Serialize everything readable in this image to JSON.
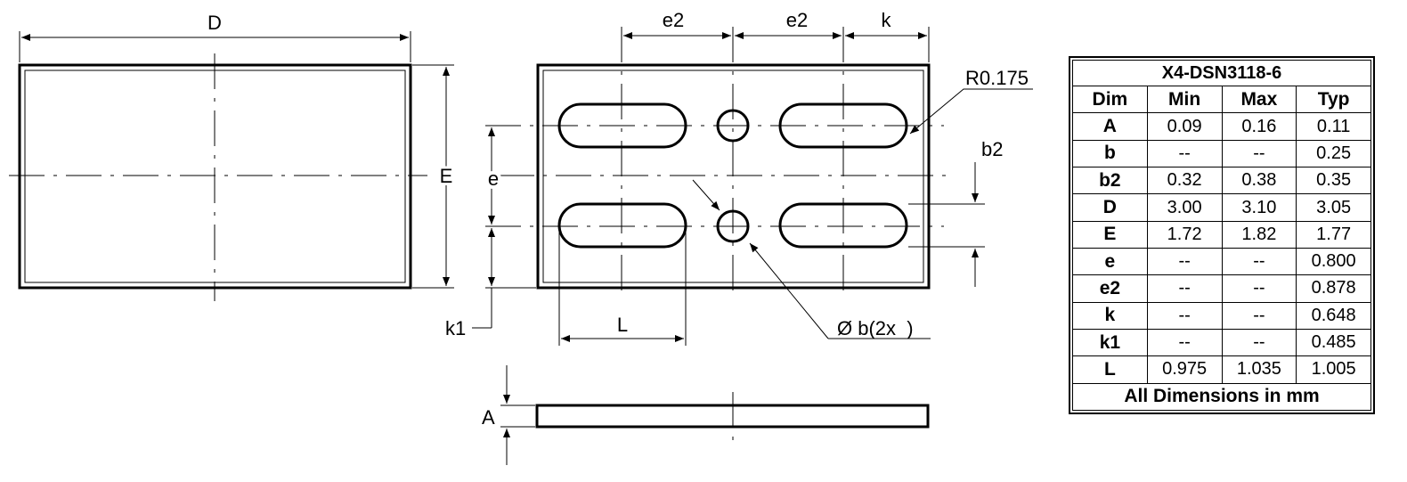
{
  "labels": {
    "D": "D",
    "E": "E",
    "e2_left": "e2",
    "e2_right": "e2",
    "k": "k",
    "R": "R0.175",
    "e": "e",
    "b2": "b2",
    "k1": "k1",
    "L": "L",
    "b": "Ø b(2x  )",
    "A": "A"
  },
  "table": {
    "title": "X4-DSN3118-6",
    "headers": [
      "Dim",
      "Min",
      "Max",
      "Typ"
    ],
    "rows": [
      [
        "A",
        "0.09",
        "0.16",
        "0.11"
      ],
      [
        "b",
        "--",
        "--",
        "0.25"
      ],
      [
        "b2",
        "0.32",
        "0.38",
        "0.35"
      ],
      [
        "D",
        "3.00",
        "3.10",
        "3.05"
      ],
      [
        "E",
        "1.72",
        "1.82",
        "1.77"
      ],
      [
        "e",
        "--",
        "--",
        "0.800"
      ],
      [
        "e2",
        "--",
        "--",
        "0.878"
      ],
      [
        "k",
        "--",
        "--",
        "0.648"
      ],
      [
        "k1",
        "--",
        "--",
        "0.485"
      ],
      [
        "L",
        "0.975",
        "1.035",
        "1.005"
      ]
    ],
    "footer": "All Dimensions in mm"
  }
}
